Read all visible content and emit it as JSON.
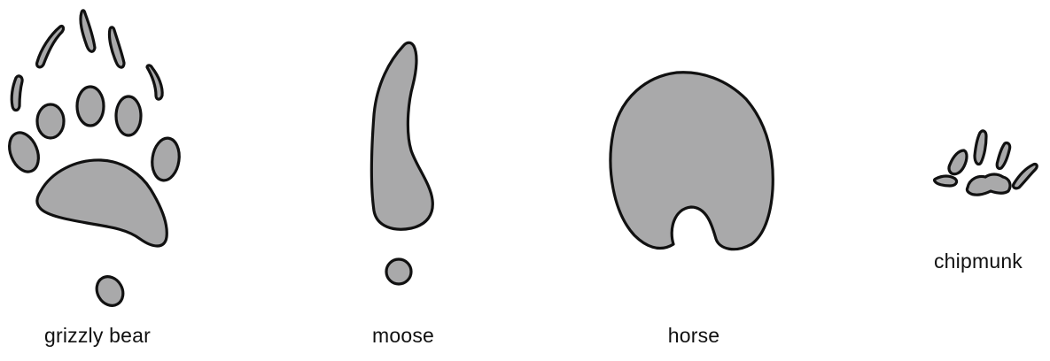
{
  "colors": {
    "fill": "#a9a9aa",
    "stroke": "#111111",
    "background": "#ffffff"
  },
  "tracks": [
    {
      "id": "grizzly-bear",
      "label": "grizzly bear"
    },
    {
      "id": "moose",
      "label": "moose"
    },
    {
      "id": "horse",
      "label": "horse"
    },
    {
      "id": "chipmunk",
      "label": "chipmunk"
    }
  ]
}
